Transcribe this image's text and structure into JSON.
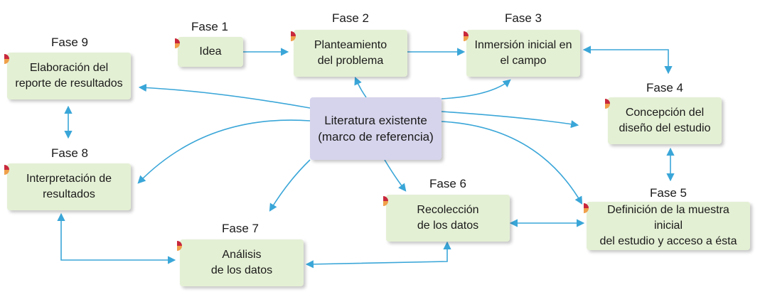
{
  "center": {
    "text": "Literatura existente\n(marco de referencia)"
  },
  "phases": [
    {
      "id": "fase1",
      "label": "Fase 1",
      "text": "Idea"
    },
    {
      "id": "fase2",
      "label": "Fase 2",
      "text": "Planteamiento\ndel problema"
    },
    {
      "id": "fase3",
      "label": "Fase 3",
      "text": "Inmersión inicial en\nel campo"
    },
    {
      "id": "fase4",
      "label": "Fase 4",
      "text": "Concepción del\ndiseño del estudio"
    },
    {
      "id": "fase5",
      "label": "Fase 5",
      "text": "Definición de la muestra inicial\ndel estudio y acceso a ésta"
    },
    {
      "id": "fase6",
      "label": "Fase 6",
      "text": "Recolección\nde los datos"
    },
    {
      "id": "fase7",
      "label": "Fase 7",
      "text": "Análisis\nde los datos"
    },
    {
      "id": "fase8",
      "label": "Fase 8",
      "text": "Interpretación de\nresultados"
    },
    {
      "id": "fase9",
      "label": "Fase 9",
      "text": "Elaboración del\nreporte de resultados"
    }
  ],
  "colors": {
    "box_fill": "#e4f0d4",
    "center_fill": "#d6d4ec",
    "arrow": "#3aa6d8",
    "tab_red": "#c8283c",
    "tab_orange": "#f0a04a"
  }
}
